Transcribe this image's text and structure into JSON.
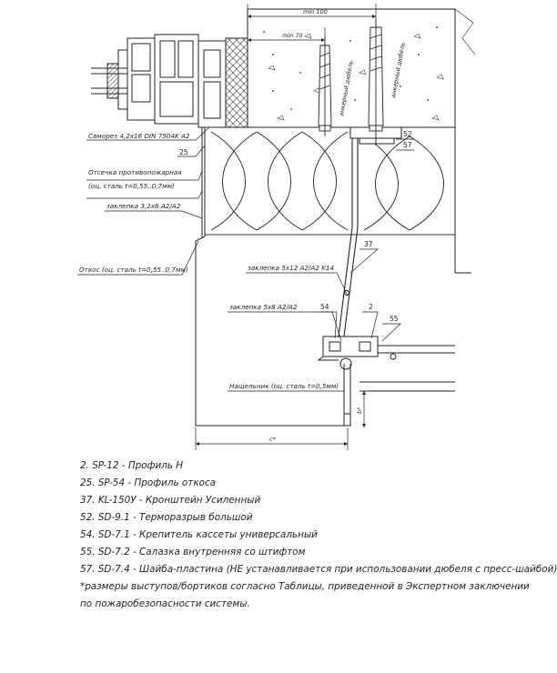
{
  "dimensions": {
    "min100": "min 100",
    "min70": "min 70",
    "c_star": "c*",
    "b_star": "b*"
  },
  "callouts": {
    "screw": "Саморез 4,2х16 DIN 7504K A2",
    "n25": "25",
    "firestop_line1": "Отсечка противопожарная",
    "firestop_line2": "(оц. сталь t=0,55..0,7мм)",
    "rivet_32": "заклепка 3,2х6 A2/A2",
    "slope": "Откос (оц. сталь t=0,55..0,7мм)",
    "rivet_5x12": "заклепка 5х12 A2/A2 K14",
    "n37": "37",
    "rivet_5x8": "заклепка 5х8 A2/A2",
    "n54": "54",
    "n2": "2",
    "n55": "55",
    "trim": "Нащельник (оц. сталь t=0,5мм)",
    "n52": "52",
    "n57": "57",
    "anchor1": "анкерный дюбель",
    "anchor2": "анкерный дюбель"
  },
  "legend": [
    "2. SP-12 - Профиль Н",
    "25. SP-54 - Профиль откоса",
    "37. KL-150У - Кронштейн Усиленный",
    "52. SD-9.1 - Терморазрыв большой",
    "54. SD-7.1 - Крепитель кассеты универсальный",
    "55. SD-7.2 - Салазка внутренняя со штифтом",
    "57. SD-7.4 - Шайба-пластина (НЕ устанавливается при использовании дюбеля с пресс-шайбой)"
  ],
  "note": [
    "*размеры выступов/бортиков согласно Таблицы, приведенной в Экспертном заключении",
    "по пожаробезопасности системы."
  ]
}
